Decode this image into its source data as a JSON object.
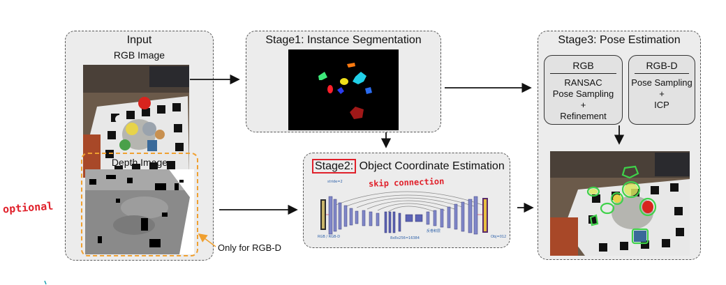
{
  "input": {
    "title": "Input",
    "rgb_label": "RGB Image",
    "depth_label": "Depth Image",
    "note": "Only for RGB-D",
    "handwritten": "optional"
  },
  "stage1": {
    "title": "Stage1: Instance Segmentation"
  },
  "stage2": {
    "title_boxed": "Stage2:",
    "title_rest": "Object Coordinate Estimation",
    "handwritten": "skip connection",
    "net": {
      "stride": "stride=2",
      "dims": "8x8x256=16384",
      "cn_label": "反卷积层",
      "in_label": "RGB / RGB-D",
      "out_label": "Obj=012"
    }
  },
  "stage3": {
    "title": "Stage3: Pose Estimation",
    "rgb": {
      "head": "RGB",
      "lines": [
        "RANSAC",
        "Pose Sampling",
        "+",
        "Refinement"
      ]
    },
    "rgbd": {
      "head": "RGB-D",
      "lines": [
        "Pose Sampling",
        "+",
        "ICP"
      ]
    }
  },
  "colors": {
    "panel_bg": "#ececec",
    "accent_red": "#e0202a",
    "depth_border": "#f0a030",
    "mask_green": "#3fd24a"
  }
}
